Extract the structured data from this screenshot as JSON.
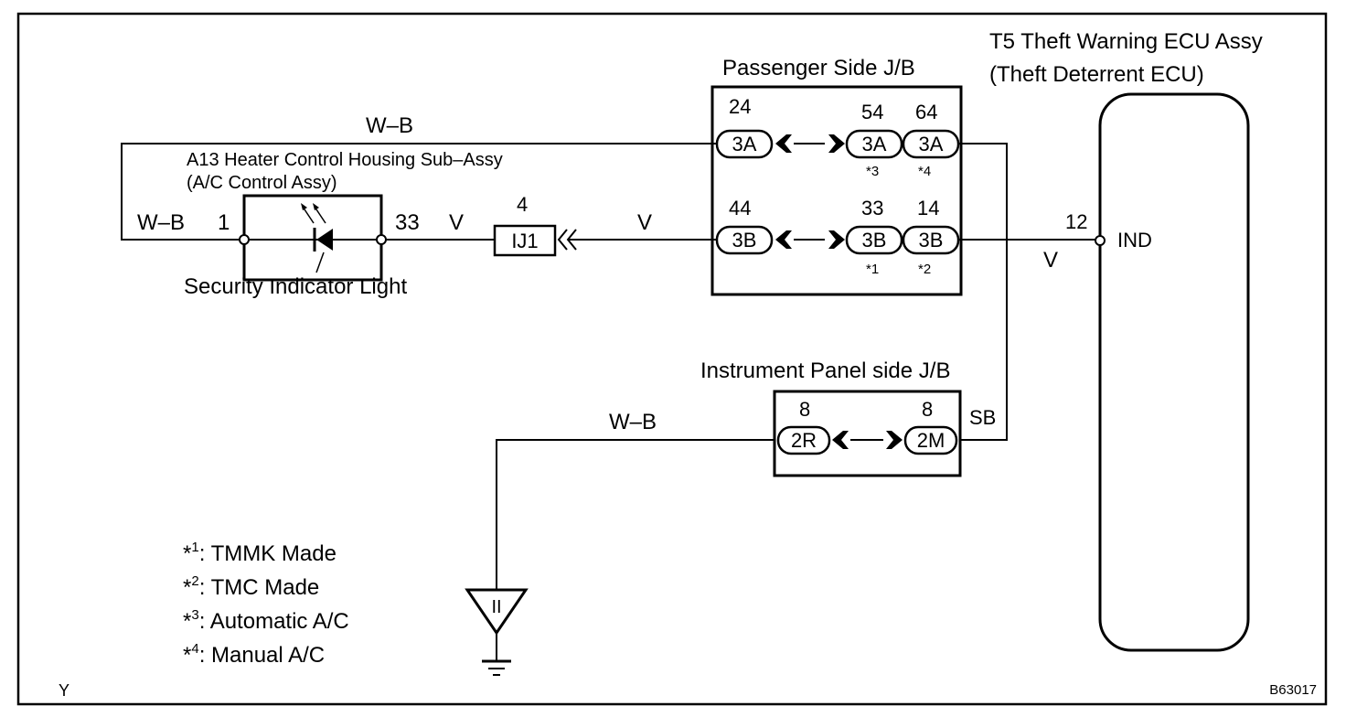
{
  "ecu": {
    "title_line1": "T5 Theft Warning ECU Assy",
    "title_line2": "(Theft Deterrent ECU)",
    "pin": "12",
    "pin_name": "IND"
  },
  "passenger_jb": {
    "title": "Passenger Side J/B",
    "row1": [
      {
        "pin": "24",
        "conn": "3A",
        "note": ""
      },
      {
        "pin": "54",
        "conn": "3A",
        "note": "*3"
      },
      {
        "pin": "64",
        "conn": "3A",
        "note": "*4"
      }
    ],
    "row2": [
      {
        "pin": "44",
        "conn": "3B",
        "note": ""
      },
      {
        "pin": "33",
        "conn": "3B",
        "note": "*1"
      },
      {
        "pin": "14",
        "conn": "3B",
        "note": "*2"
      }
    ]
  },
  "heater": {
    "title_line1": "A13 Heater Control Housing Sub–Assy",
    "title_line2": "(A/C Control Assy)",
    "pin_left": "1",
    "pin_right": "33",
    "light_label": "Security Indicator Light"
  },
  "ij1": {
    "pin": "4",
    "label": "IJ1"
  },
  "ip_jb": {
    "title": "Instrument Panel side J/B",
    "left": {
      "pin": "8",
      "conn": "2R"
    },
    "right": {
      "pin": "8",
      "conn": "2M"
    }
  },
  "ground": {
    "label": "II"
  },
  "wires": {
    "top_wb": "W–B",
    "left_wb": "W–B",
    "v_heater_ij1": "V",
    "v_ij1_jb": "V",
    "v_jb_ecu": "V",
    "sb": "SB",
    "ground_wb": "W–B"
  },
  "notes": [
    {
      "mark": "*",
      "sup": "1",
      "text": ": TMMK Made"
    },
    {
      "mark": "*",
      "sup": "2",
      "text": ": TMC Made"
    },
    {
      "mark": "*",
      "sup": "3",
      "text": ": Automatic A/C"
    },
    {
      "mark": "*",
      "sup": "4",
      "text": ": Manual A/C"
    }
  ],
  "corner_label": "Y",
  "figure_code": "B63017"
}
